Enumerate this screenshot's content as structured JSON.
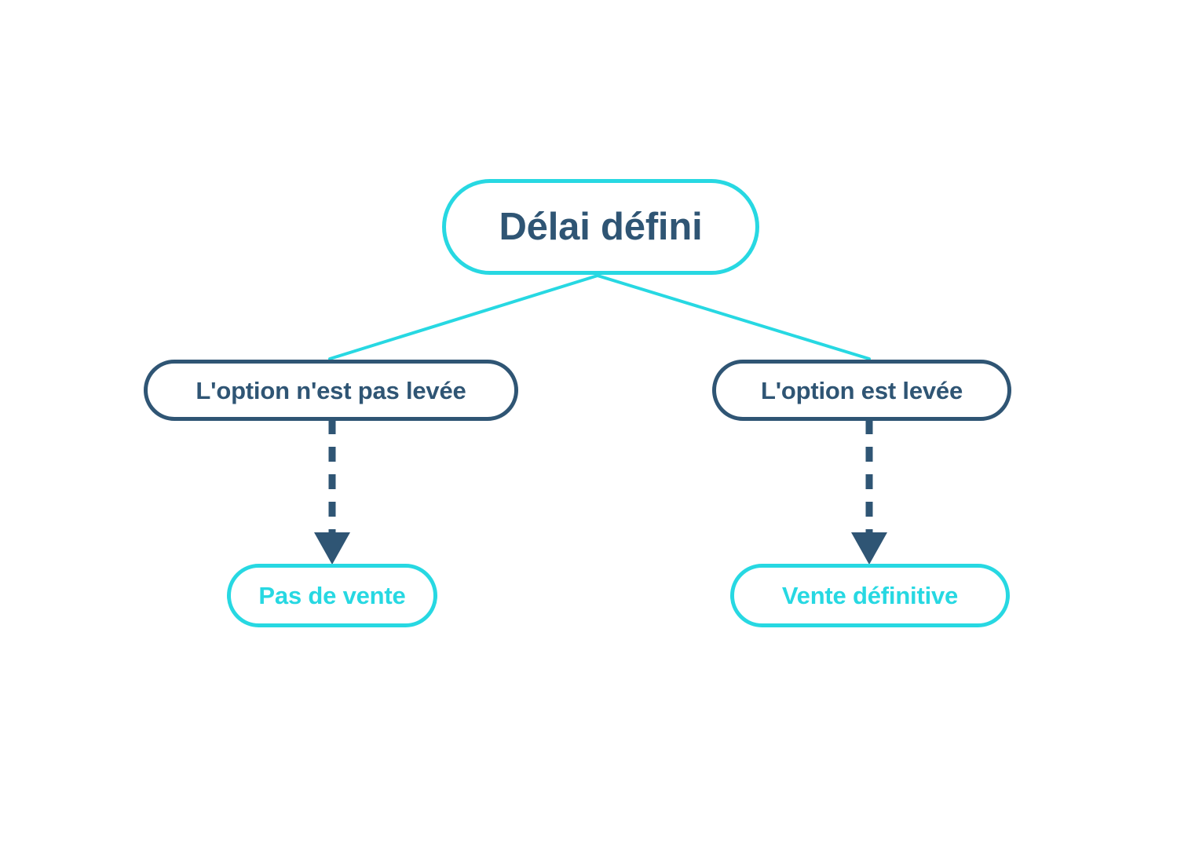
{
  "diagram": {
    "title": "Délai défini",
    "background_color": "#ffffff",
    "colors": {
      "cyan": "#27d8e2",
      "navy": "#2f5574"
    },
    "nodes": {
      "root": {
        "label": "Délai défini",
        "border_color": "#27d8e2",
        "text_color": "#2f5574"
      },
      "branch_left": {
        "label": "L'option n'est pas levée",
        "border_color": "#2f5574",
        "text_color": "#2f5574"
      },
      "branch_right": {
        "label": "L'option est levée",
        "border_color": "#2f5574",
        "text_color": "#2f5574"
      },
      "leaf_left": {
        "label": "Pas de vente",
        "border_color": "#27d8e2",
        "text_color": "#27d8e2"
      },
      "leaf_right": {
        "label": "Vente définitive",
        "border_color": "#27d8e2",
        "text_color": "#27d8e2"
      }
    },
    "edges": [
      {
        "name": "root-to-branch-left",
        "style": "solid",
        "color": "#27d8e2",
        "from": "root",
        "to": "branch_left"
      },
      {
        "name": "root-to-branch-right",
        "style": "solid",
        "color": "#27d8e2",
        "from": "root",
        "to": "branch_right"
      },
      {
        "name": "branch-left-to-leaf-left",
        "style": "dashed",
        "color": "#2f5574",
        "arrowhead": true,
        "from": "branch_left",
        "to": "leaf_left"
      },
      {
        "name": "branch-right-to-leaf-right",
        "style": "dashed",
        "color": "#2f5574",
        "arrowhead": true,
        "from": "branch_right",
        "to": "leaf_right"
      }
    ]
  }
}
